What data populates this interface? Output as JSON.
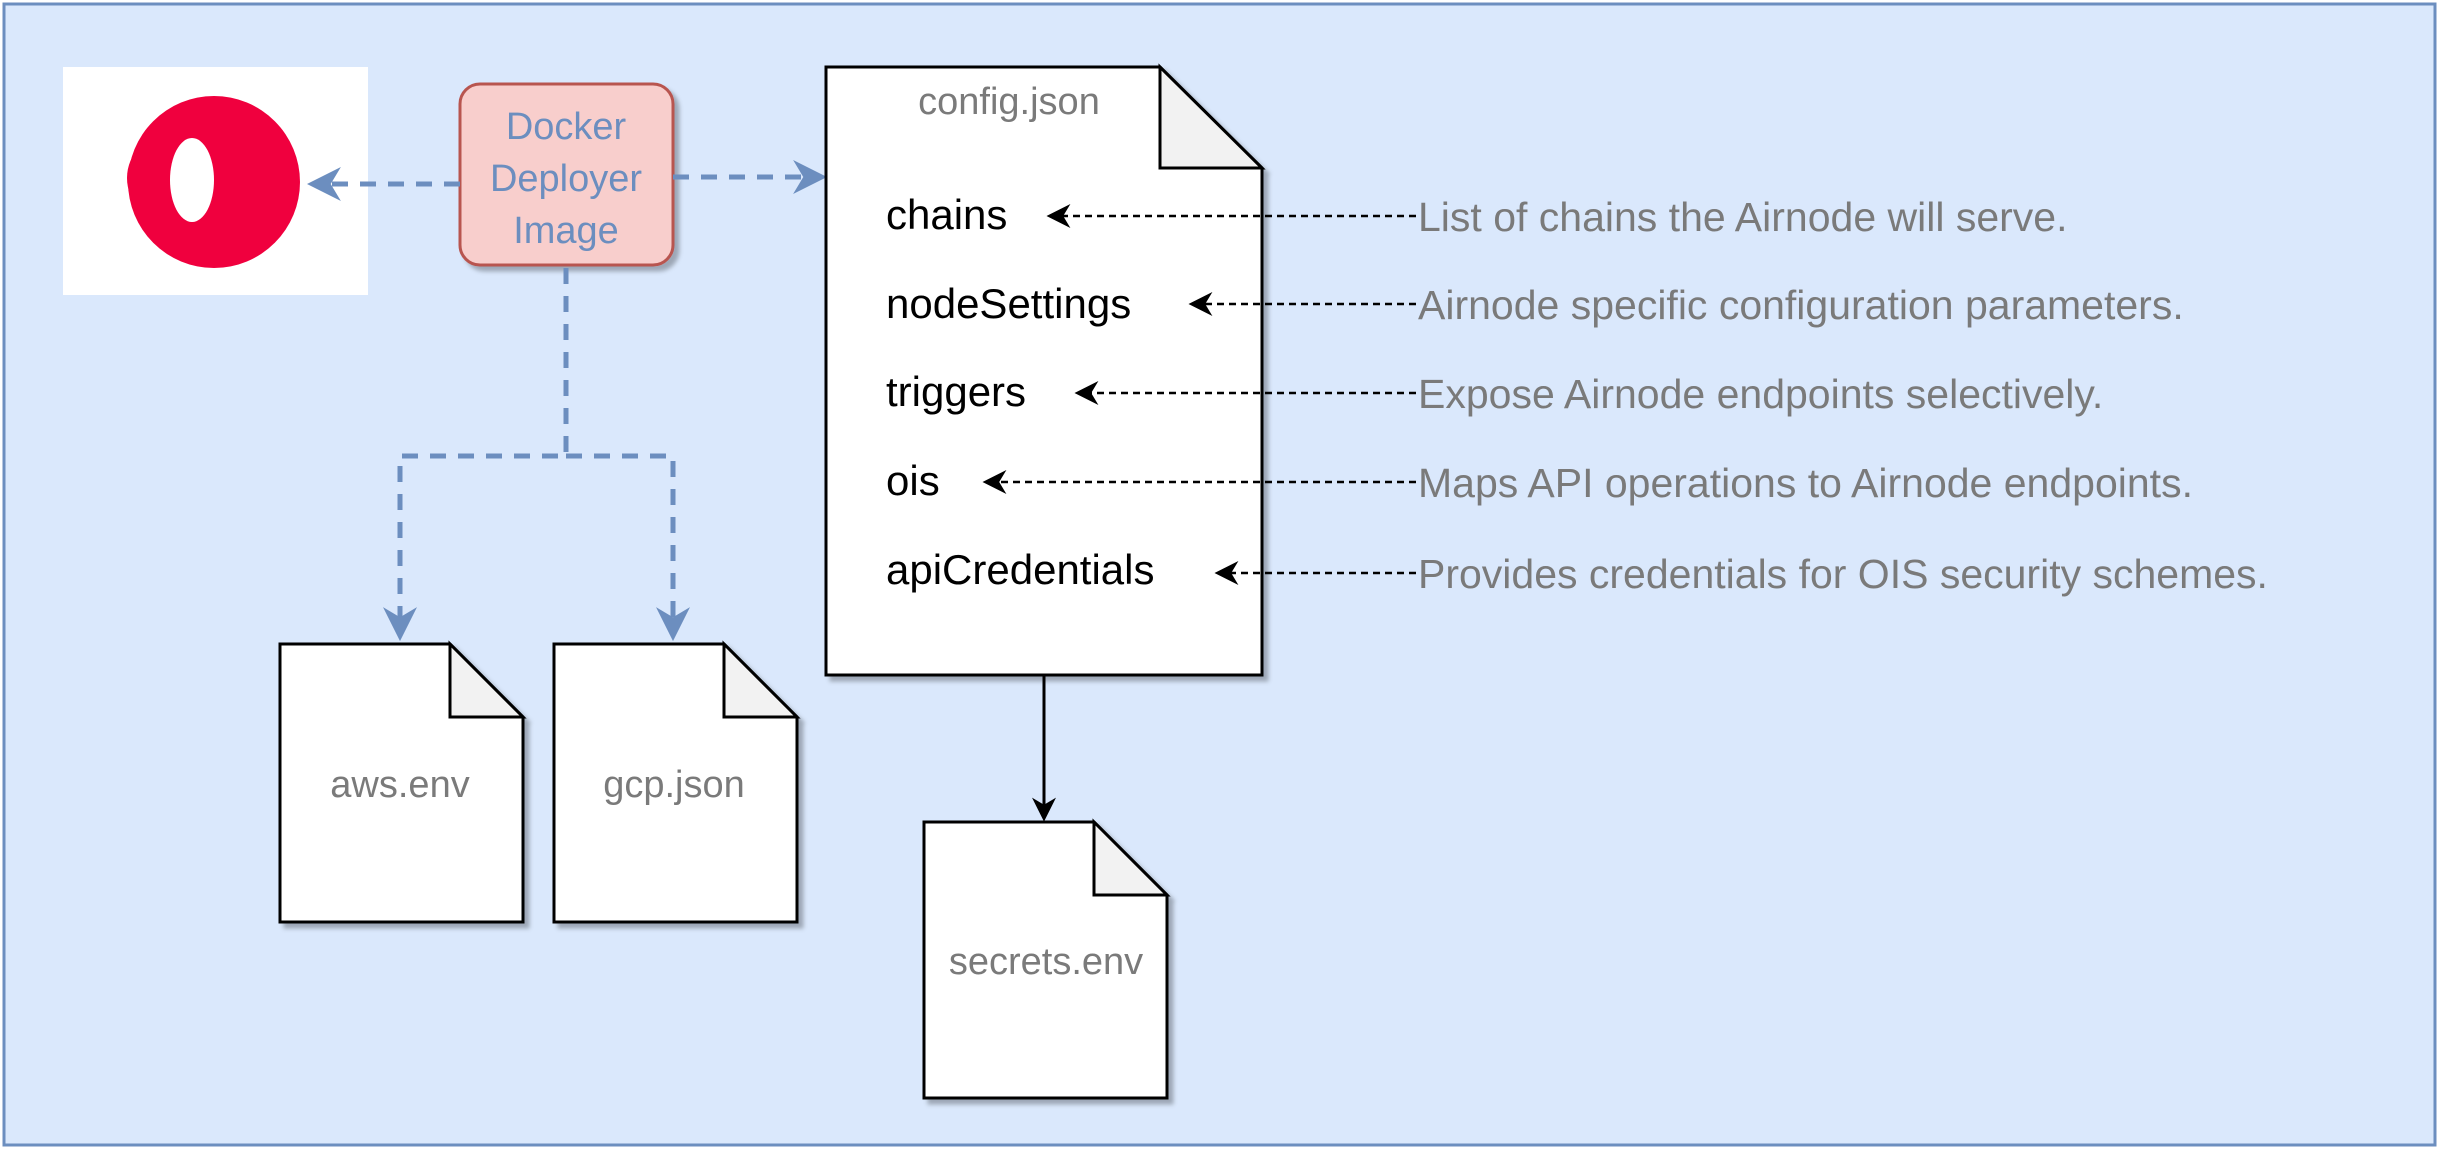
{
  "colors": {
    "canvas_bg": "#dae8fc",
    "canvas_border": "#6c8ebf",
    "docker_fill": "#f8cecc",
    "docker_border": "#b85450",
    "docker_text": "#6c8ebf",
    "dashed_arrow": "#6c8ebf",
    "logo_red": "#f0003e",
    "muted_text": "#7a7a7a"
  },
  "logo": {
    "icon": "airnode-logo-icon"
  },
  "docker": {
    "line1": "Docker",
    "line2": "Deployer",
    "line3": "Image"
  },
  "files": {
    "config": "config.json",
    "aws": "aws.env",
    "gcp": "gcp.json",
    "secrets": "secrets.env"
  },
  "config_keys": [
    {
      "key": "chains",
      "description": "List of chains the Airnode will serve."
    },
    {
      "key": "nodeSettings",
      "description": "Airnode specific configuration parameters."
    },
    {
      "key": "triggers",
      "description": "Expose Airnode endpoints selectively."
    },
    {
      "key": "ois",
      "description": "Maps API operations to Airnode endpoints."
    },
    {
      "key": "apiCredentials",
      "description": "Provides credentials for OIS security schemes."
    }
  ]
}
